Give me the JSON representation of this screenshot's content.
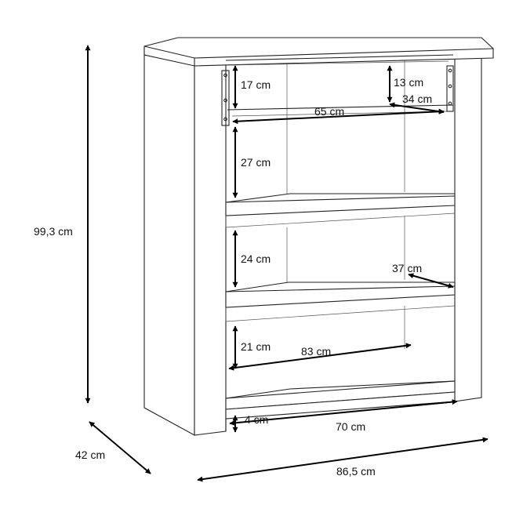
{
  "colors": {
    "line": "#222222",
    "dimension": "#000000",
    "background": "#ffffff"
  },
  "labels": {
    "height_total": "99,3 cm",
    "depth": "42 cm",
    "width_total": "86,5 cm",
    "drawer_height": "17 cm",
    "drawer_inner_height": "13 cm",
    "drawer_inner_depth": "34 cm",
    "drawer_width": "65 cm",
    "compartment_1_height": "27 cm",
    "compartment_2_height": "24 cm",
    "shelf_depth": "37 cm",
    "compartment_3_height": "21 cm",
    "inner_width": "83 cm",
    "plinth_height": "4 cm",
    "plinth_width": "70 cm"
  }
}
